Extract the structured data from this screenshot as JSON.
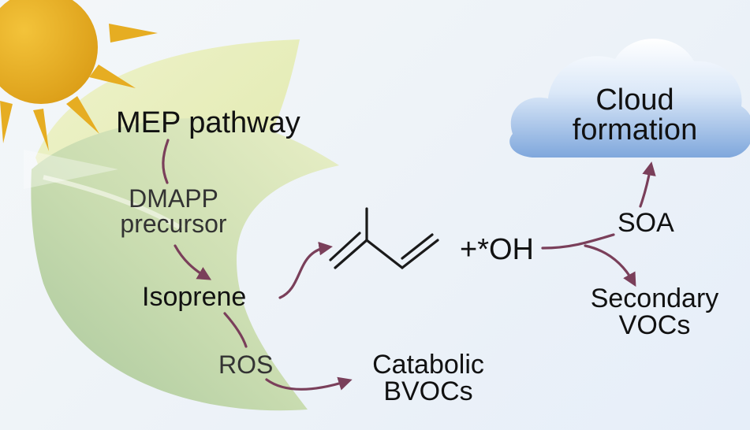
{
  "labels": {
    "mep": "MEP pathway",
    "dmapp_line1": "DMAPP",
    "dmapp_line2": "precursor",
    "isoprene": "Isoprene",
    "ros": "ROS",
    "catabolic_line1": "Catabolic",
    "catabolic_line2": "BVOCs",
    "oh": "+*OH",
    "soa": "SOA",
    "secondary_line1": "Secondary",
    "secondary_line2": "VOCs",
    "cloud_line1": "Cloud",
    "cloud_line2": "formation"
  },
  "colors": {
    "arrow": "#7a3f5a",
    "leaf_light": "#e8efbf",
    "leaf_dark": "#a9c9a0",
    "sun": "#e6ad22",
    "cloud": "#8fb3e3"
  },
  "icons": {
    "sun": "sun-icon",
    "leaf": "leaf-icon",
    "cloud": "cloud-icon",
    "molecule": "isoprene-skeletal-structure"
  }
}
